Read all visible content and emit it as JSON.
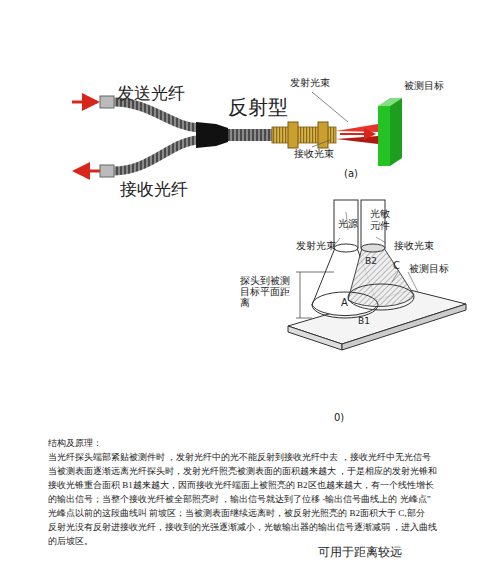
{
  "diagram": {
    "labels": [
      "发送光纤",
      "接收光纤",
      "反射型",
      "发射光束",
      "被测目标",
      "接收光束",
      "(a)",
      "光源",
      "光敏元件",
      "发射光束",
      "接收光束",
      "B2",
      "C",
      "被测目标",
      "探头到被测目标平面距离",
      "A",
      "B1",
      "0)",
      "结构及原理：",
      "当光纤探头端部紧贴被测件时 ，发射光纤中的光不能反射到接收光纤中去 ，接收光纤中无光信号",
      "当被测表面逐渐远离光纤探头时，发射光纤照亮被测表面的面积越来越大 ，于是相应的发射光锥和",
      "接收光锥重合面积 B1越来越大，因而接收光纤端面上被照亮的 B2区也越来越大，有一个线性增长",
      "的输出信号；当整个接收光纤被全部照亮时 ，输出信号就达到了位移 -输出信号曲线上的 光峰点”",
      "光峰点以前的这段曲线叫 前坡区；当被测表面继续远离时，被反射光照亮的 B2面积大于 C,部分",
      "反射光没有反射进接收光纤，接收到的光强逐渐减小，光敏输出器的输出信号逐渐减弱 ，进入曲线",
      "的后坡区。",
      "可用于距离较远"
    ]
  }
}
